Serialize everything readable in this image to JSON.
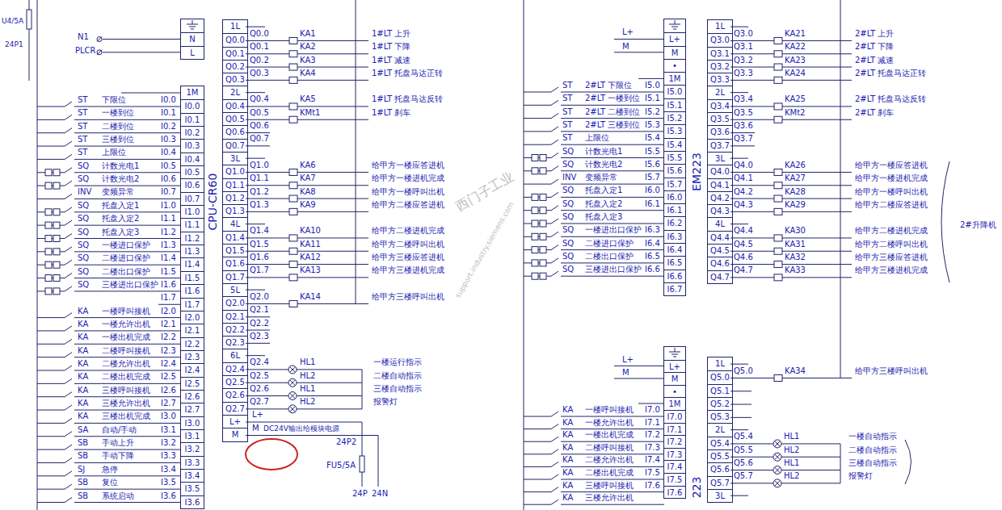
{
  "diagram": {
    "nodes": [
      {
        "text": [
          "N",
          "L"
        ]
      },
      {
        "text": [
          "1M",
          "I0.0",
          "I0.1",
          "I0.2",
          "I0.3",
          "I0.4",
          "I0.5",
          "I0.6",
          "I0.7",
          "I1.0",
          "I1.1",
          "I1.2",
          "I1.3",
          "I1.4",
          "I1.5",
          "I1.6",
          "I1.7",
          "I2.0",
          "I2.1",
          "I2.2",
          "I2.3",
          "I2.4",
          "I2.5",
          "I2.6",
          "I2.7",
          "I3.0",
          "I3.1",
          "I3.2",
          "I3.3",
          "I3.4",
          "I3.5",
          "I3.6"
        ]
      },
      {
        "text": [
          "1L",
          "Q0.0",
          "Q0.1",
          "Q0.2",
          "Q0.3",
          "2L",
          "Q0.4",
          "Q0.5",
          "Q0.6",
          "Q0.7",
          "3L",
          "Q1.0",
          "Q1.1",
          "Q1.2",
          "Q1.3",
          "4L",
          "Q1.4",
          "Q1.5",
          "Q1.6",
          "Q1.7",
          "5L",
          "Q2.0",
          "Q2.1",
          "Q2.2",
          "Q2.3",
          "6L",
          "Q2.4",
          "Q2.5",
          "Q2.6",
          "Q2.7",
          "L+",
          "M"
        ]
      },
      {
        "text": [
          "L+",
          "M",
          "•",
          "1M",
          "I5.0",
          "I5.1",
          "I5.2",
          "I5.3",
          "I5.4",
          "I5.5",
          "I5.6",
          "I5.7",
          "I6.0",
          "I6.1",
          "I6.2",
          "I6.3",
          "I6.4",
          "I6.5",
          "I6.6",
          "I6.7"
        ]
      },
      {
        "text": [
          "1L",
          "Q3.0",
          "Q3.1",
          "Q3.2",
          "Q3.3",
          "2L",
          "Q3.4",
          "Q3.5",
          "Q3.6",
          "Q3.7",
          "3L",
          "Q4.0",
          "Q4.1",
          "Q4.2",
          "Q4.3",
          "4L",
          "Q4.4",
          "Q4.5",
          "Q4.6",
          "Q4.7"
        ]
      },
      {
        "text": [
          "L+",
          "M",
          "•",
          "1M",
          "I7.0",
          "I7.1",
          "I7.2",
          "I7.3",
          "I7.4",
          "I7.5",
          "I7.6"
        ]
      },
      {
        "text": [
          "1L",
          "Q5.0",
          "Q5.1",
          "Q5.2",
          "Q5.3",
          "2L",
          "Q5.4",
          "Q5.5",
          "Q5.6",
          "Q5.7",
          "3L"
        ]
      }
    ],
    "labels": [
      "U4/5A",
      "24P1",
      "N1",
      "PLCR",
      "ST",
      "ST",
      "ST",
      "ST",
      "ST",
      "SQ",
      "SQ",
      "INV",
      "SQ",
      "SQ",
      "SQ",
      "SQ",
      "SQ",
      "SQ",
      "SQ",
      "KA",
      "KA",
      "KA",
      "KA",
      "KA",
      "KA",
      "KA",
      "KA",
      "KA",
      "SA",
      "SB",
      "SB",
      "SJ",
      "SB",
      "SB",
      "下限位",
      "一楼到位",
      "二楼到位",
      "三楼到位",
      "上限位",
      "计数光电1",
      "计数光电2",
      "变频异常",
      "托盘入定1",
      "托盘入定2",
      "托盘入定3",
      "一楼进口保护",
      "二楼进口保护",
      "二楼出口保护",
      "三楼进出口保护",
      "一楼呼叫接机",
      "一楼允许出机",
      "一楼出机完成",
      "二楼呼叫接机",
      "二楼允许出机",
      "二楼出机完成",
      "三楼呼叫接机",
      "三楼允许出机",
      "三楼出机完成",
      "自动/手动",
      "手动上升",
      "手动下降",
      "急停",
      "复位",
      "系统启动",
      "I0.0",
      "I0.1",
      "I0.2",
      "I0.3",
      "I0.4",
      "I0.5",
      "I0.6",
      "I0.7",
      "I1.0",
      "I1.1",
      "I1.2",
      "I1.3",
      "I1.4",
      "I1.5",
      "I1.6",
      "I1.7",
      "I2.0",
      "I2.1",
      "I2.2",
      "I2.3",
      "I2.4",
      "I2.5",
      "I2.6",
      "I2.7",
      "I3.0",
      "I3.1",
      "I3.2",
      "I3.3",
      "I3.4",
      "I3.5",
      "I3.6",
      "CPU-CR60",
      "Q0.0",
      "Q0.1",
      "Q0.2",
      "Q0.3",
      "Q0.4",
      "Q0.5",
      "Q0.6",
      "Q0.7",
      "Q1.0",
      "Q1.1",
      "Q1.2",
      "Q1.3",
      "Q1.4",
      "Q1.5",
      "Q1.6",
      "Q1.7",
      "Q2.0",
      "Q2.1",
      "Q2.2",
      "Q2.3",
      "Q2.4",
      "Q2.5",
      "Q2.6",
      "Q2.7",
      "KA1",
      "KA2",
      "KA3",
      "KA4",
      "KA5",
      "KMt1",
      "KA6",
      "KA7",
      "KA8",
      "KA9",
      "KA10",
      "KA11",
      "KA12",
      "KA13",
      "KA14",
      "HL1",
      "HL2",
      "HL1",
      "HL2",
      "1#LT 上升",
      "1#LT 下降",
      "1#LT 减速",
      "1#LT 托盘马达正转",
      "1#LT 托盘马达反转",
      "1#LT 刹车",
      "给甲方一楼应答进机",
      "给甲方一楼进机完成",
      "给甲方一楼呼叫出机",
      "给甲方二楼应答进机",
      "给甲方二楼进机完成",
      "给甲方二楼呼叫出机",
      "给甲方三楼应答进机",
      "给甲方三楼进机完成",
      "给甲方三楼呼叫出机",
      "一楼运行指示",
      "二楼自动指示",
      "三楼自动指示",
      "报警灯",
      "L+",
      "M",
      "DC24V输出给模块电源",
      "24P2",
      "FU5/5A",
      "24P",
      "24N",
      "L+",
      "M",
      "ST",
      "ST",
      "ST",
      "ST",
      "ST",
      "SQ",
      "SQ",
      "INV",
      "SQ",
      "SQ",
      "SQ",
      "SQ",
      "SQ",
      "SQ",
      "SQ",
      "2#LT 下限位",
      "2#LT 一楼到位",
      "2#LT 二楼到位",
      "2#LT 三楼到位",
      "上限位",
      "计数光电1",
      "计数光电2",
      "变频异常",
      "托盘入定1",
      "托盘入定2",
      "托盘入定3",
      "一楼进出口保护",
      "二楼进口保护",
      "二楼出口保护",
      "三楼进出口保护",
      "I5.0",
      "I5.1",
      "I5.2",
      "I5.3",
      "I5.4",
      "I5.5",
      "I5.6",
      "I5.7",
      "I6.0",
      "I6.1",
      "I6.3",
      "I6.4",
      "I6.5",
      "I6.6",
      "EM223",
      "Q3.0",
      "Q3.1",
      "Q3.2",
      "Q3.3",
      "Q3.4",
      "Q3.5",
      "Q3.6",
      "Q3.7",
      "Q4.0",
      "Q4.1",
      "Q4.2",
      "Q4.3",
      "Q4.4",
      "Q4.5",
      "Q4.6",
      "Q4.7",
      "KA21",
      "KA22",
      "KA23",
      "KA24",
      "KA25",
      "KMt2",
      "KA26",
      "KA27",
      "KA28",
      "KA29",
      "KA30",
      "KA31",
      "KA32",
      "KA33",
      "2#LT 上升",
      "2#LT 下降",
      "2#LT 减速",
      "2#LT 托盘马达正转",
      "2#LT 托盘马达反转",
      "2#LT 刹车",
      "给甲方一楼应答进机",
      "给甲方一楼进机完成",
      "给甲方一楼呼叫出机",
      "给甲方二楼应答进机",
      "给甲方二楼进机完成",
      "给甲方二楼呼叫出机",
      "给甲方三楼应答进机",
      "给甲方三楼进机完成",
      "2#升降机",
      "L+",
      "M",
      "KA",
      "KA",
      "KA",
      "KA",
      "KA",
      "KA",
      "KA",
      "KA",
      "一楼呼叫接机",
      "一楼允许出机",
      "一楼出机完成",
      "二楼呼叫接机",
      "二楼允许出机",
      "二楼出机完成",
      "三楼呼叫接机",
      "三楼允许出机",
      "I7.0",
      "I7.1",
      "I7.2",
      "I7.3",
      "I7.4",
      "I7.5",
      "I7.6",
      "223",
      "Q5.0",
      "Q5.4",
      "Q5.5",
      "Q5.6",
      "Q5.7",
      "KA34",
      "HL1",
      "HL2",
      "HL1",
      "HL2",
      "给甲方三楼呼叫出机",
      "一楼自动指示",
      "二楼自动指示",
      "三楼自动指示",
      "报警灯",
      "西门子工业",
      "support.industry.siemens.com"
    ]
  }
}
